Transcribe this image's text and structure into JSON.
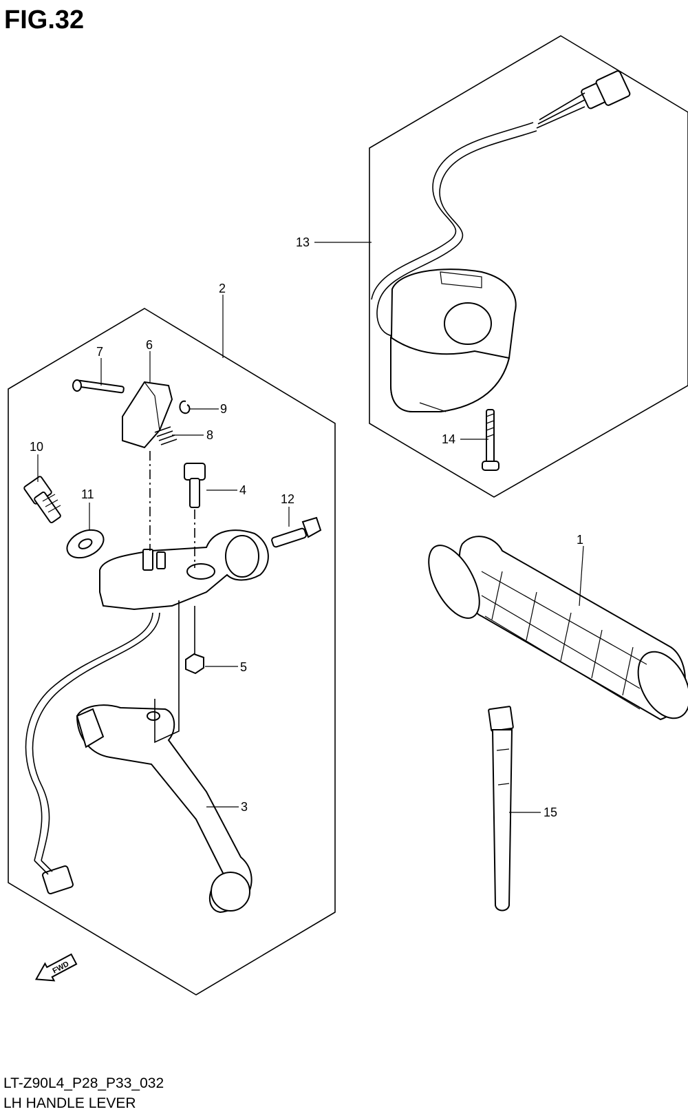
{
  "figure": {
    "title": "FIG.32",
    "model_code": "LT-Z90L4_P28_P33_032",
    "caption": "LH HANDLE LEVER"
  },
  "callouts": [
    {
      "id": "c1",
      "label": "1"
    },
    {
      "id": "c2",
      "label": "2"
    },
    {
      "id": "c3",
      "label": "3"
    },
    {
      "id": "c4",
      "label": "4"
    },
    {
      "id": "c5",
      "label": "5"
    },
    {
      "id": "c6",
      "label": "6"
    },
    {
      "id": "c7",
      "label": "7"
    },
    {
      "id": "c8",
      "label": "8"
    },
    {
      "id": "c9",
      "label": "9"
    },
    {
      "id": "c10",
      "label": "10"
    },
    {
      "id": "c11",
      "label": "11"
    },
    {
      "id": "c12",
      "label": "12"
    },
    {
      "id": "c13",
      "label": "13"
    },
    {
      "id": "c14",
      "label": "14"
    },
    {
      "id": "c15",
      "label": "15"
    }
  ],
  "direction_marker": {
    "label": "FWD",
    "icon": "forward-arrow-icon"
  }
}
